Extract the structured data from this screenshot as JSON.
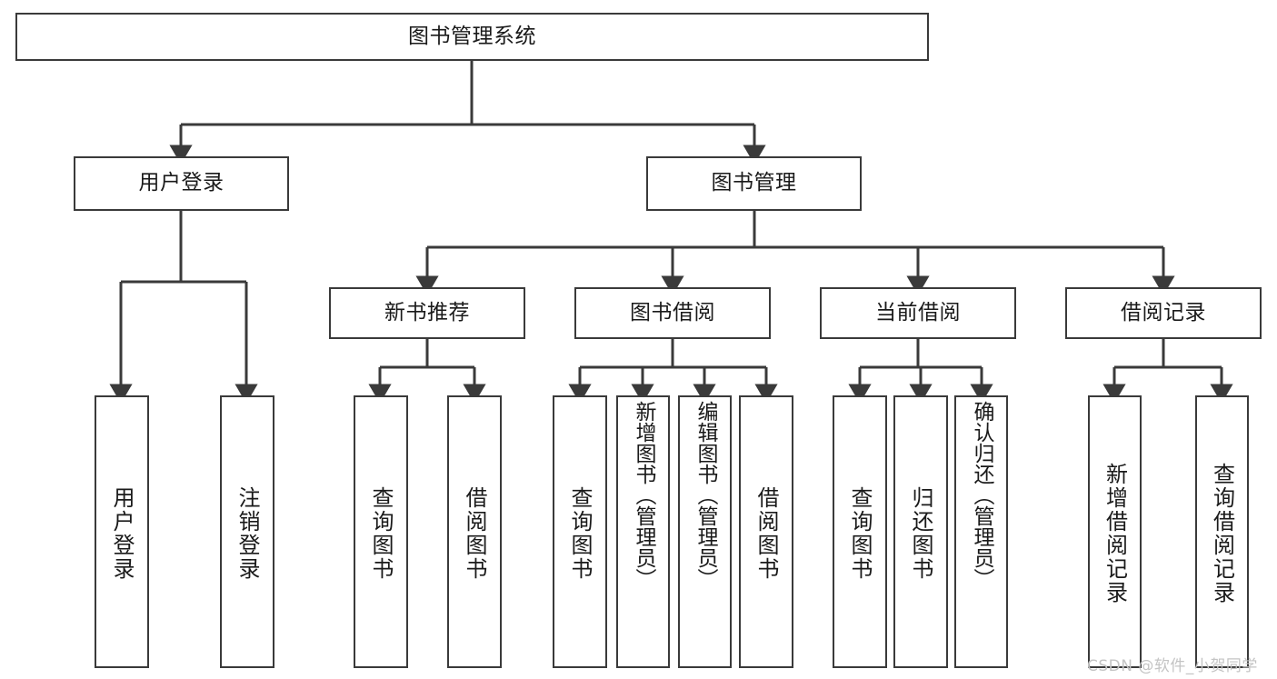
{
  "diagram": {
    "type": "hierarchy-tree",
    "title": "图书管理系统",
    "colors": {
      "box_stroke": "#3a3a3a",
      "edge_stroke": "#3a3a3a",
      "background": "#ffffff",
      "text": "#1a1a1a",
      "watermark": "#c4c4c4"
    },
    "levels": {
      "level1": [
        {
          "id": "root",
          "label": "图书管理系统"
        }
      ],
      "level2": [
        {
          "id": "user-login",
          "label": "用户登录"
        },
        {
          "id": "book-manage",
          "label": "图书管理"
        }
      ],
      "level3": [
        {
          "id": "new-book-rec",
          "label": "新书推荐"
        },
        {
          "id": "book-borrow",
          "label": "图书借阅"
        },
        {
          "id": "current-borrow",
          "label": "当前借阅"
        },
        {
          "id": "borrow-record",
          "label": "借阅记录"
        }
      ],
      "level4": [
        {
          "id": "leaf-user-login",
          "label": "用户登录",
          "parent": "user-login"
        },
        {
          "id": "leaf-logout-login",
          "label": "注销登录",
          "parent": "user-login"
        },
        {
          "id": "leaf-query-book-1",
          "label": "查询图书",
          "parent": "new-book-rec"
        },
        {
          "id": "leaf-borrow-book-1",
          "label": "借阅图书",
          "parent": "new-book-rec"
        },
        {
          "id": "leaf-query-book-2",
          "label": "查询图书",
          "parent": "book-borrow"
        },
        {
          "id": "leaf-add-book",
          "label": "新增图书（管理员）",
          "parent": "book-borrow"
        },
        {
          "id": "leaf-edit-book",
          "label": "编辑图书（管理员）",
          "parent": "book-borrow"
        },
        {
          "id": "leaf-borrow-book-2",
          "label": "借阅图书",
          "parent": "book-borrow"
        },
        {
          "id": "leaf-query-book-3",
          "label": "查询图书",
          "parent": "current-borrow"
        },
        {
          "id": "leaf-return-book",
          "label": "归还图书",
          "parent": "current-borrow"
        },
        {
          "id": "leaf-confirm-return",
          "label": "确认归还（管理员）",
          "parent": "current-borrow"
        },
        {
          "id": "leaf-add-record",
          "label": "新增借阅记录",
          "parent": "borrow-record"
        },
        {
          "id": "leaf-query-record",
          "label": "查询借阅记录",
          "parent": "borrow-record"
        }
      ]
    },
    "watermark": "CSDN @软件_小贺同学"
  }
}
